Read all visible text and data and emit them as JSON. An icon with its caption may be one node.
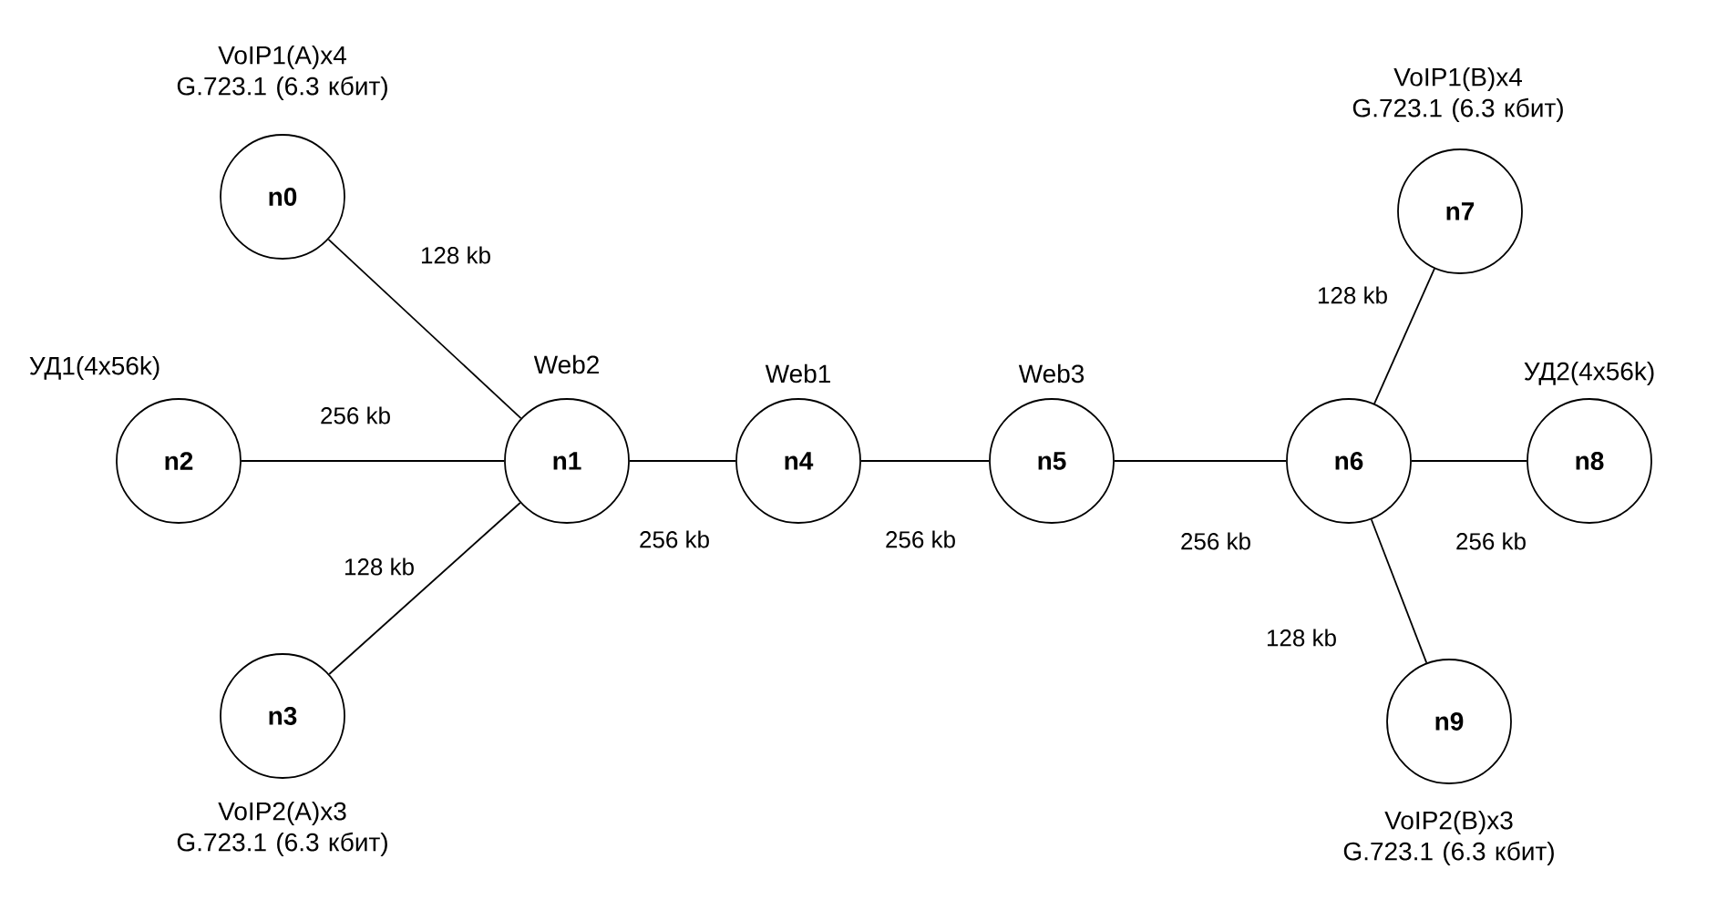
{
  "diagram": {
    "nodes": [
      {
        "text": [
          "n0"
        ],
        "beside": [
          "VoIP1(A)x4 G.723.1 (6.3 кбит)"
        ]
      },
      {
        "text": [
          "n1"
        ],
        "beside": [
          "Web2"
        ]
      },
      {
        "text": [
          "n2"
        ],
        "beside": [
          "УД1(4x56k)"
        ]
      },
      {
        "text": [
          "n3"
        ],
        "beside": [
          "VoIP2(A)x3 G.723.1 (6.3 кбит)"
        ]
      },
      {
        "text": [
          "n4"
        ],
        "beside": [
          "Web1"
        ]
      },
      {
        "text": [
          "n5"
        ],
        "beside": [
          "Web3"
        ]
      },
      {
        "text": [
          "n6"
        ]
      },
      {
        "text": [
          "n7"
        ],
        "beside": [
          "VoIP1(B)x4 G.723.1 (6.3 кбит)"
        ]
      },
      {
        "text": [
          "n8"
        ],
        "beside": [
          "УД2(4x56k)"
        ]
      },
      {
        "text": [
          "n9"
        ],
        "beside": [
          "VoIP2(B)x3 G.723.1 (6.3 кбит)"
        ]
      }
    ],
    "edges": [
      {
        "from": 0,
        "to": 1,
        "arrow": "none",
        "label": "128 kb"
      },
      {
        "from": 2,
        "to": 1,
        "arrow": "none",
        "label": "256 kb"
      },
      {
        "from": 3,
        "to": 1,
        "arrow": "none",
        "label": "128 kb"
      },
      {
        "from": 1,
        "to": 4,
        "arrow": "none",
        "label": "256 kb"
      },
      {
        "from": 4,
        "to": 5,
        "arrow": "none",
        "label": "256 kb"
      },
      {
        "from": 5,
        "to": 6,
        "arrow": "none",
        "label": "256 kb"
      },
      {
        "from": 6,
        "to": 7,
        "arrow": "none",
        "label": "128 kb"
      },
      {
        "from": 6,
        "to": 8,
        "arrow": "none",
        "label": "256 kb"
      },
      {
        "from": 6,
        "to": 9,
        "arrow": "none",
        "label": "128 kb"
      }
    ]
  }
}
